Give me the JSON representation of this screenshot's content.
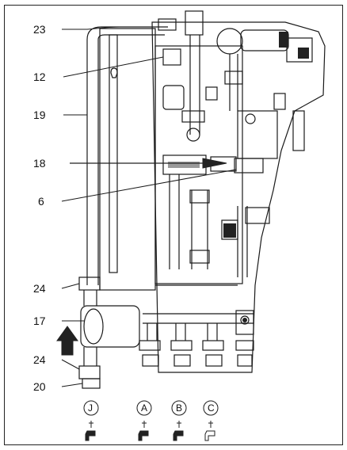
{
  "callouts": [
    {
      "id": "c23",
      "text": "23"
    },
    {
      "id": "c12",
      "text": "12"
    },
    {
      "id": "c19",
      "text": "19"
    },
    {
      "id": "c18",
      "text": "18"
    },
    {
      "id": "c6",
      "text": "6"
    },
    {
      "id": "c24a",
      "text": "24"
    },
    {
      "id": "c17",
      "text": "17"
    },
    {
      "id": "c24b",
      "text": "24"
    },
    {
      "id": "c20",
      "text": "20"
    }
  ],
  "connections": [
    {
      "letter": "J",
      "icon": "tap-icon"
    },
    {
      "letter": "A",
      "icon": "tap-icon"
    },
    {
      "letter": "B",
      "icon": "tap-icon"
    },
    {
      "letter": "C",
      "icon": "faucet-icon"
    }
  ],
  "colors": {
    "line": "#1a1a1a",
    "fill_dark": "#222222",
    "fill_grey": "#9a9a9a",
    "fill_light": "#e6e6e6"
  }
}
